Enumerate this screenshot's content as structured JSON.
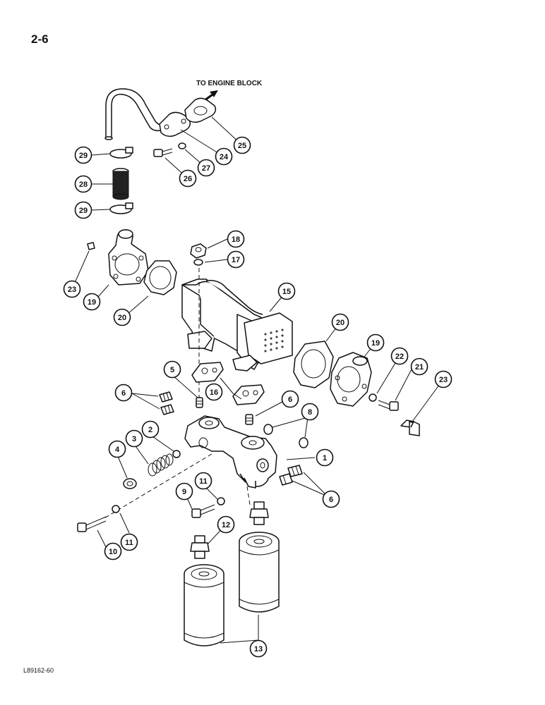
{
  "page": {
    "number": "2-6",
    "figure_code": "L89162-60"
  },
  "diagram": {
    "direction_label": "TO ENGINE BLOCK",
    "callouts": [
      {
        "label": "1"
      },
      {
        "label": "2"
      },
      {
        "label": "3"
      },
      {
        "label": "4"
      },
      {
        "label": "5"
      },
      {
        "label": "6"
      },
      {
        "label": "6"
      },
      {
        "label": "6"
      },
      {
        "label": "8"
      },
      {
        "label": "9"
      },
      {
        "label": "10"
      },
      {
        "label": "11"
      },
      {
        "label": "11"
      },
      {
        "label": "12"
      },
      {
        "label": "13"
      },
      {
        "label": "15"
      },
      {
        "label": "16"
      },
      {
        "label": "17"
      },
      {
        "label": "18"
      },
      {
        "label": "19"
      },
      {
        "label": "19"
      },
      {
        "label": "20"
      },
      {
        "label": "20"
      },
      {
        "label": "21"
      },
      {
        "label": "22"
      },
      {
        "label": "23"
      },
      {
        "label": "23"
      },
      {
        "label": "24"
      },
      {
        "label": "25"
      },
      {
        "label": "26"
      },
      {
        "label": "27"
      },
      {
        "label": "28"
      },
      {
        "label": "29"
      },
      {
        "label": "29"
      }
    ]
  }
}
